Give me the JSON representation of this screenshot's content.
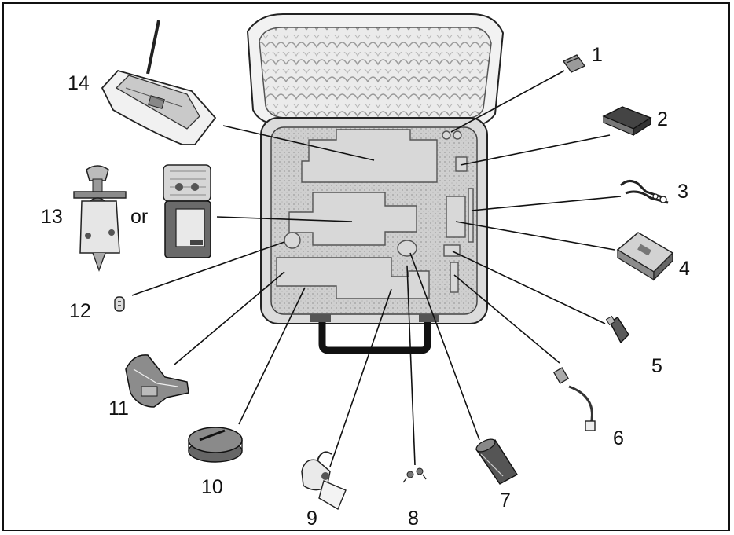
{
  "labels": {
    "n1": "1",
    "n2": "2",
    "n3": "3",
    "n4": "4",
    "n5": "5",
    "n6": "6",
    "n7": "7",
    "n8": "8",
    "n9": "9",
    "n10": "10",
    "n11": "11",
    "n12": "12",
    "n13": "13",
    "n14": "14",
    "or": "or"
  },
  "colors": {
    "ink": "#111111",
    "foam": "#c9c9c9",
    "shell": "#e6e6e6",
    "handle": "#111111"
  }
}
